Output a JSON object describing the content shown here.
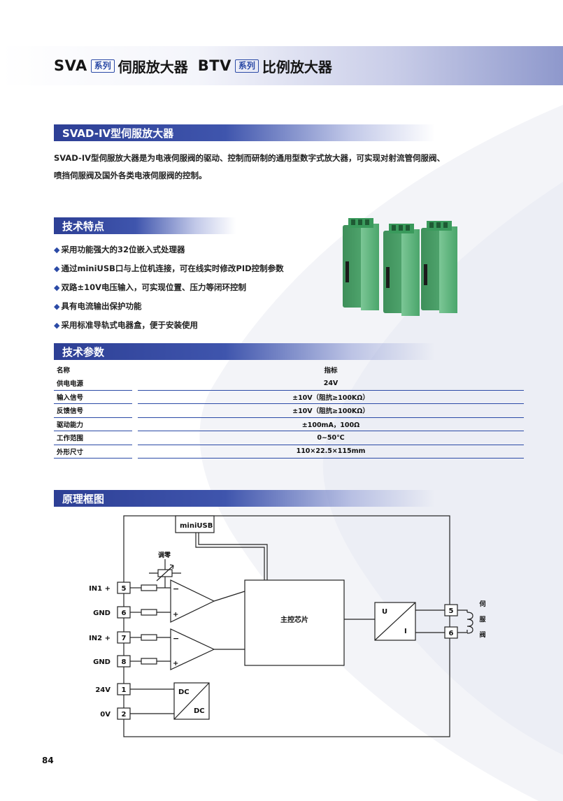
{
  "header": {
    "brand1": "SVA",
    "tag1": "系列",
    "name1": "伺服放大器",
    "brand2": "BTV",
    "tag2": "系列",
    "name2": "比例放大器"
  },
  "section_product": {
    "title": "SVAD-IV型伺服放大器",
    "intro_line1": "SVAD-IV型伺服放大器是为电液伺服阀的驱动、控制而研制的通用型数字式放大器，可实现对射流管伺服阀、",
    "intro_line2": "喷挡伺服阀及国外各类电液伺服阀的控制。"
  },
  "section_features": {
    "title": "技术特点",
    "items": [
      "采用功能强大的32位嵌入式处理器",
      "通过miniUSB口与上位机连接，可在线实时修改PID控制参数",
      "双路±10V电压输入，可实现位置、压力等闭环控制",
      "具有电流输出保护功能",
      "采用标准导轨式电器盒，便于安装使用"
    ],
    "bullet": "◆"
  },
  "section_params": {
    "title": "技术参数",
    "header_name": "名称",
    "header_value": "指标",
    "rows": [
      {
        "name": "供电电源",
        "value": "24V"
      },
      {
        "name": "输入信号",
        "value": "±10V（阻抗≥100KΩ）"
      },
      {
        "name": "反馈信号",
        "value": "±10V（阻抗≥100KΩ）"
      },
      {
        "name": "驱动能力",
        "value": "±100mA，100Ω"
      },
      {
        "name": "工作范围",
        "value": "0~50℃"
      },
      {
        "name": "外形尺寸",
        "value": "110×22.5×115mm"
      }
    ]
  },
  "section_diagram": {
    "title": "原理框图",
    "usb_label": "miniUSB",
    "zero_label": "调零",
    "main_chip": "主控芯片",
    "ui_u": "U",
    "ui_i": "I",
    "dc_in": "DC",
    "dc_out": "DC",
    "minus1": "−",
    "plus1": "+",
    "minus2": "−",
    "plus2": "+",
    "valve_label": [
      "伺",
      "服",
      "阀"
    ],
    "left_terminals": [
      {
        "label": "IN1 +",
        "num": "5"
      },
      {
        "label": "GND",
        "num": "6"
      },
      {
        "label": "IN2 +",
        "num": "7"
      },
      {
        "label": "GND",
        "num": "8"
      },
      {
        "label": "24V",
        "num": "1"
      },
      {
        "label": "0V",
        "num": "2"
      }
    ],
    "right_terminals": [
      {
        "num": "5"
      },
      {
        "num": "6"
      }
    ]
  },
  "page_number": "84",
  "colors": {
    "accent": "#2b4aa6",
    "header_band": "#2d3f95",
    "product_green": "#4fb374"
  }
}
